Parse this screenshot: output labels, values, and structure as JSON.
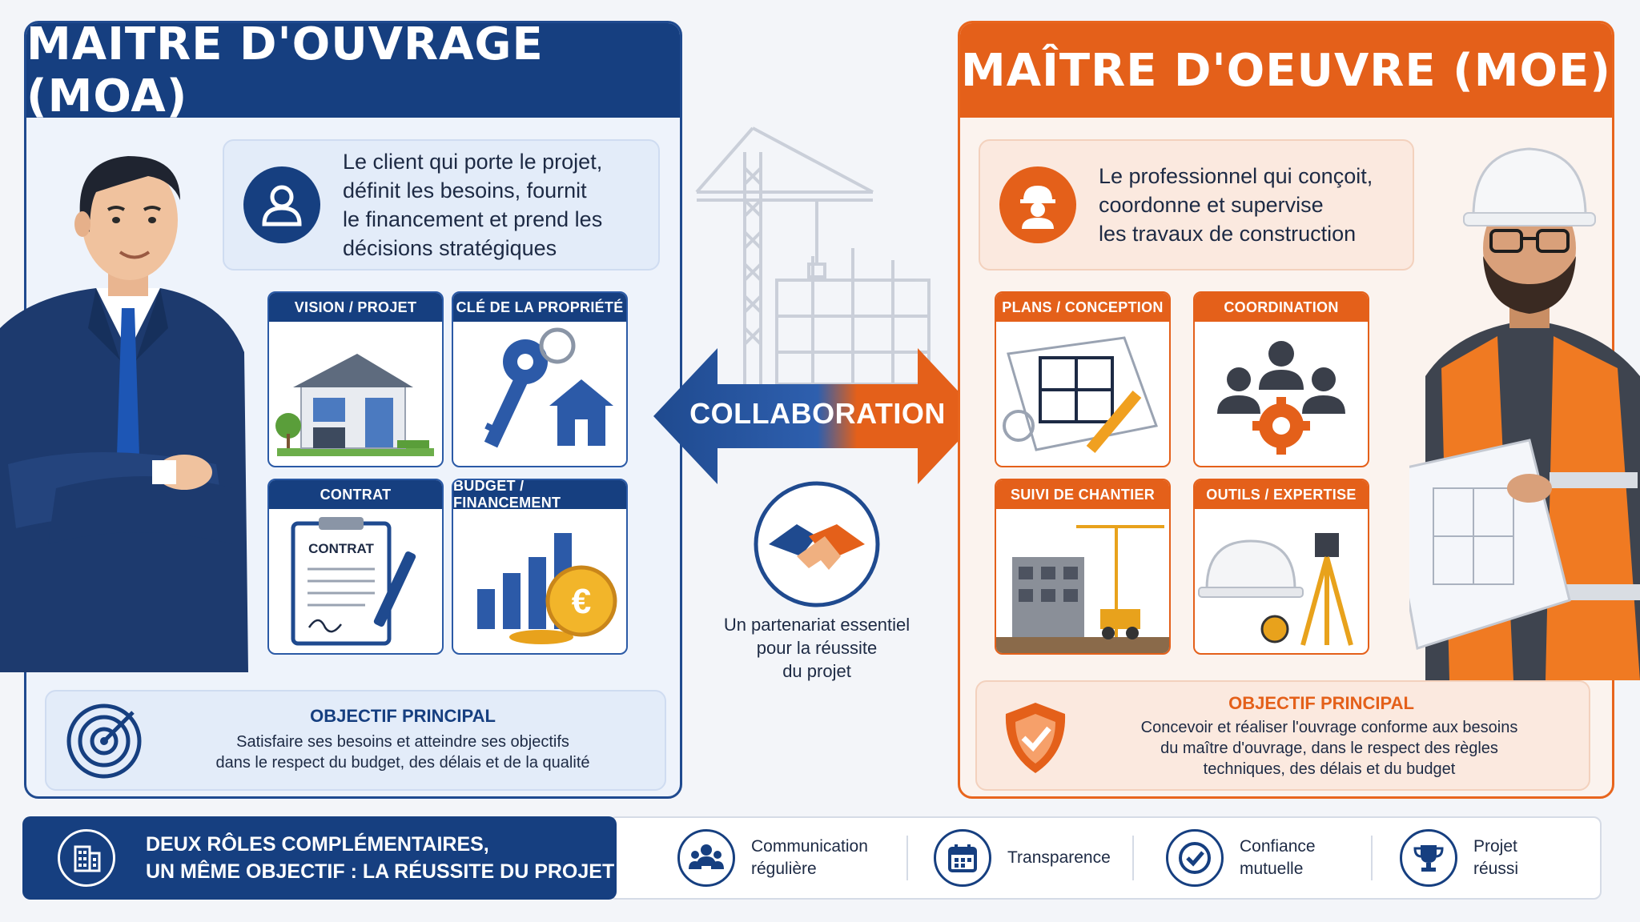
{
  "moa": {
    "title": "MAÎTRE D'OUVRAGE (MOA)",
    "description": [
      "Le client qui porte le projet,",
      "définit les besoins, fournit",
      "le financement et prend les",
      "décisions stratégiques"
    ],
    "cards": [
      {
        "title": "VISION / PROJET"
      },
      {
        "title": "CLÉ DE LA PROPRIÉTÉ"
      },
      {
        "title": "CONTRAT",
        "doc_label": "CONTRAT"
      },
      {
        "title": "BUDGET / FINANCEMENT",
        "coin_symbol": "€"
      }
    ],
    "objective": {
      "title": "OBJECTIF PRINCIPAL",
      "text": [
        "Satisfaire ses besoins et atteindre ses objectifs",
        "dans le respect du budget, des délais et de la qualité"
      ]
    }
  },
  "moe": {
    "title": "MAÎTRE D'OEUVRE (MOE)",
    "description": [
      "Le professionnel qui conçoit,",
      "coordonne et supervise",
      "les travaux de construction"
    ],
    "cards": [
      {
        "title": "PLANS / CONCEPTION"
      },
      {
        "title": "COORDINATION"
      },
      {
        "title": "SUIVI DE CHANTIER"
      },
      {
        "title": "OUTILS / EXPERTISE"
      }
    ],
    "objective": {
      "title": "OBJECTIF PRINCIPAL",
      "text": [
        "Concevoir et réaliser l'ouvrage conforme aux besoins",
        "du maître d'ouvrage, dans le respect des règles",
        "techniques, des délais et du budget"
      ]
    }
  },
  "center": {
    "collaboration": "COLLABORATION",
    "partnership": [
      "Un partenariat essentiel",
      "pour la réussite",
      "du projet"
    ]
  },
  "bottom": {
    "headline": [
      "DEUX RÔLES COMPLÉMENTAIRES,",
      "UN MÊME OBJECTIF : LA RÉUSSITE DU PROJET"
    ],
    "features": [
      {
        "label": [
          "Communication",
          "régulière"
        ],
        "icon": "team-icon"
      },
      {
        "label": [
          "Transparence"
        ],
        "icon": "calendar-icon"
      },
      {
        "label": [
          "Confiance",
          "mutuelle"
        ],
        "icon": "check-icon"
      },
      {
        "label": [
          "Projet",
          "réussi"
        ],
        "icon": "trophy-icon"
      }
    ]
  },
  "colors": {
    "moa_blue": "#163f80",
    "moe_orange": "#e4601a"
  }
}
